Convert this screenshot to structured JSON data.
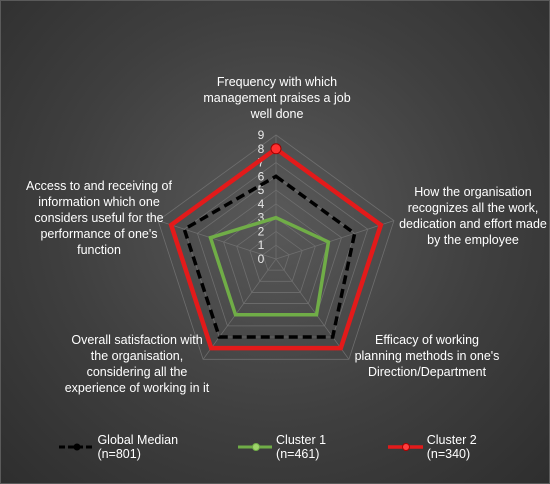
{
  "chart_data": {
    "type": "radar",
    "axes": [
      "Frequency with which management praises a job well done",
      "How the organisation recognizes all the work, dedication and effort made by the employee",
      "Efficacy of working planning methods in one's Direction/Department",
      "Overall satisfaction with the organisation, considering all the experience of working in it",
      "Access to and receiving of information which one considers useful for the performance of one's function"
    ],
    "scale_ticks": [
      "0",
      "1",
      "2",
      "3",
      "4",
      "5",
      "6",
      "7",
      "8",
      "9"
    ],
    "range": [
      0,
      9
    ],
    "grid": true,
    "legend_position": "bottom",
    "series": [
      {
        "name": "Global Median (n=801)",
        "values": [
          6,
          6,
          7,
          7,
          7
        ],
        "color": "#000000",
        "style": "dashed"
      },
      {
        "name": "Cluster 1 (n=461)",
        "values": [
          3,
          4,
          5,
          5,
          5
        ],
        "color": "#70ad47",
        "style": "solid"
      },
      {
        "name": "Cluster 2 (n=340)",
        "values": [
          8,
          8,
          8,
          8,
          8
        ],
        "color": "#e31a1a",
        "style": "solid"
      }
    ]
  }
}
